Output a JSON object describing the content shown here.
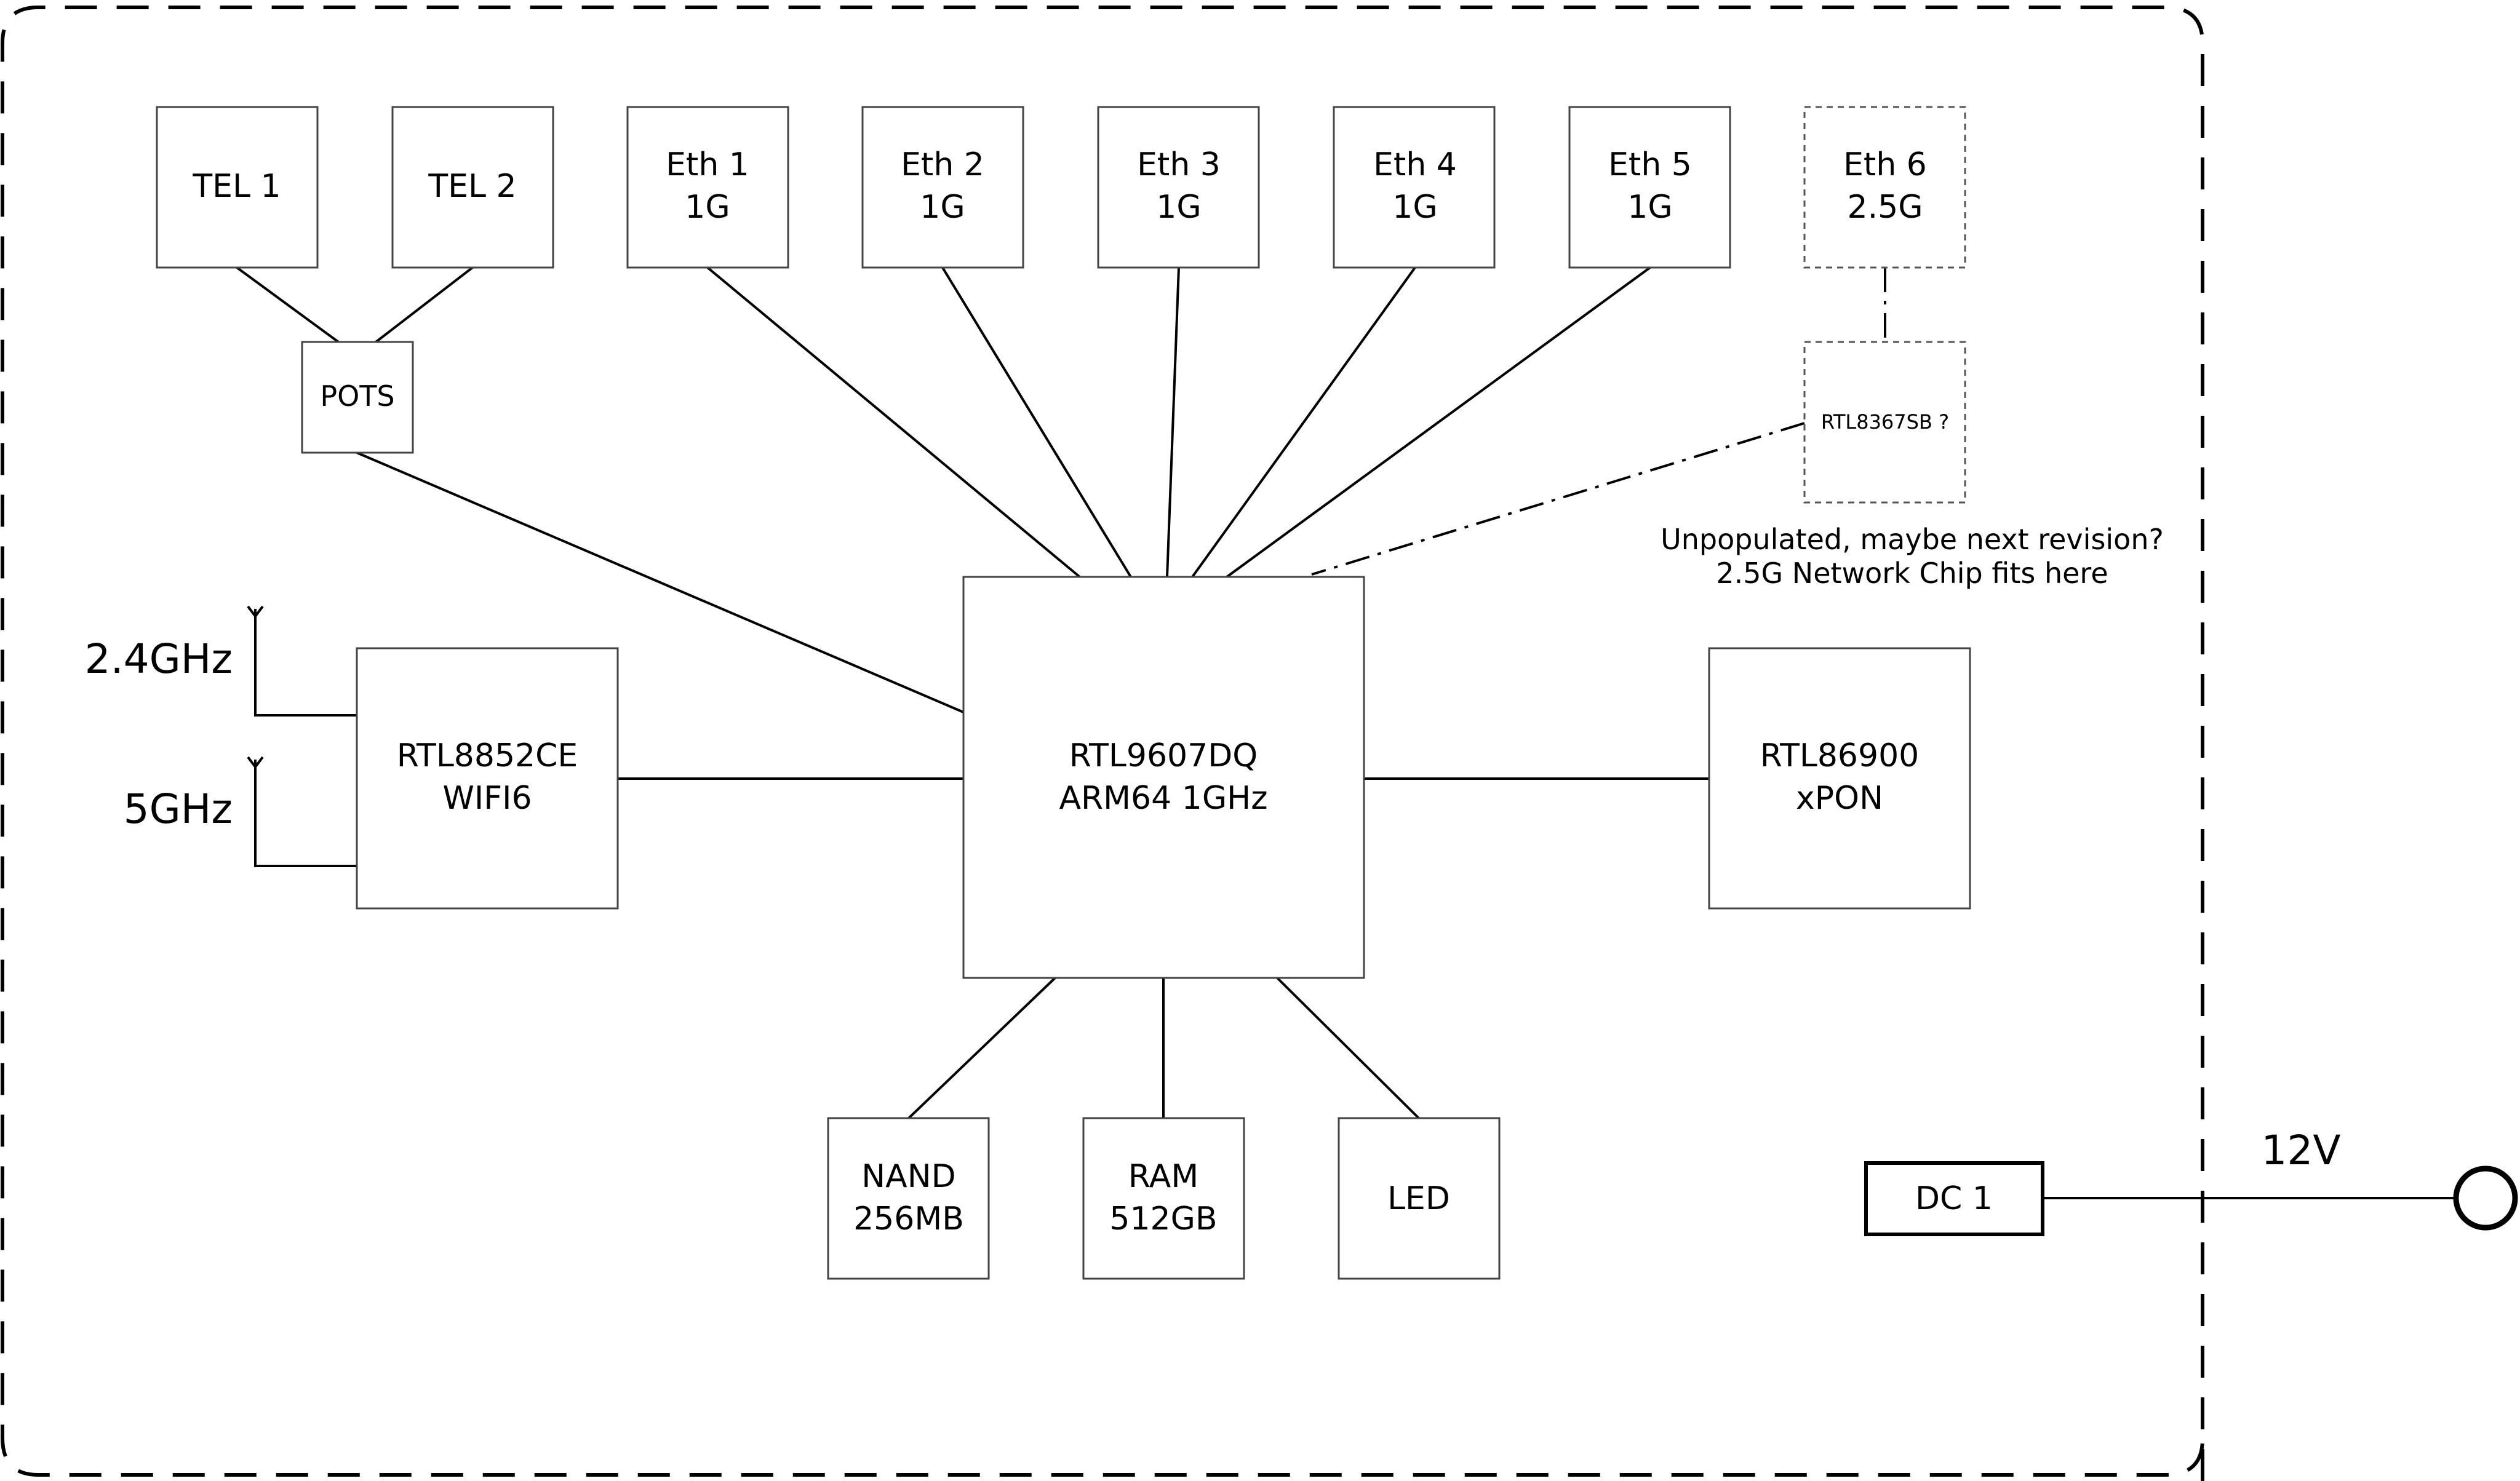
{
  "ports": {
    "tel1": "TEL 1",
    "tel2": "TEL 2",
    "eth1": [
      "Eth 1",
      "1G"
    ],
    "eth2": [
      "Eth 2",
      "1G"
    ],
    "eth3": [
      "Eth 3",
      "1G"
    ],
    "eth4": [
      "Eth 4",
      "1G"
    ],
    "eth5": [
      "Eth 5",
      "1G"
    ],
    "eth6": [
      "Eth 6",
      "2.5G"
    ]
  },
  "pots": "POTS",
  "switch_chip": "RTL8367SB ?",
  "note": [
    "Unpopulated, maybe next revision?",
    "2.5G Network Chip fits here"
  ],
  "soc": [
    "RTL9607DQ",
    "ARM64 1GHz"
  ],
  "wifi": {
    "chip": [
      "RTL8852CE",
      "WIFI6"
    ],
    "band_24": "2.4GHz",
    "band_5": "5GHz"
  },
  "pon": [
    "RTL86900",
    "xPON"
  ],
  "memory": {
    "nand": [
      "NAND",
      "256MB"
    ],
    "ram": [
      "RAM",
      "512GB"
    ],
    "led": "LED"
  },
  "power": {
    "dc": "DC 1",
    "voltage": "12V"
  }
}
